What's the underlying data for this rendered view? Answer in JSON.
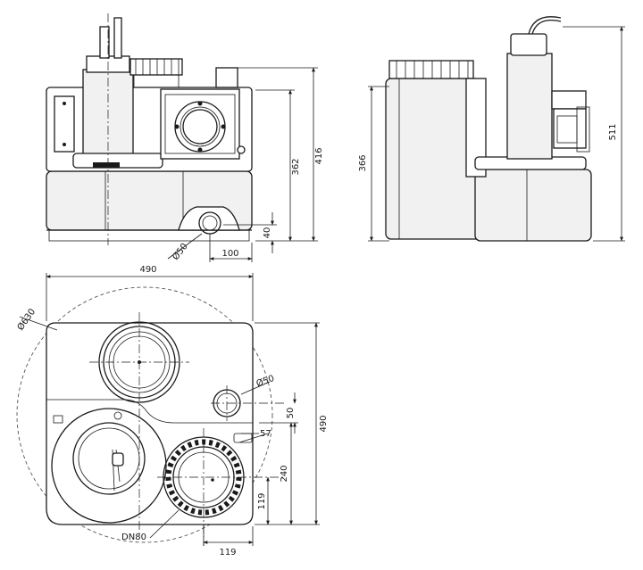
{
  "front_view": {
    "dim_height_outlet": "362",
    "dim_height_total": "416",
    "dim_height_inlet": "40",
    "dim_inlet_diameter": "Ø50",
    "dim_inlet_offset": "100"
  },
  "side_view": {
    "dim_height_tank": "366",
    "dim_height_total": "511"
  },
  "top_view": {
    "dim_width": "490",
    "dim_depth": "490",
    "dim_circle_diameter": "Ø630",
    "dim_port_diameter": "Ø50",
    "dim_50": "50",
    "dim_57": "57",
    "dim_240": "240",
    "dim_119_vertical": "119",
    "dim_119_horizontal": "119",
    "dim_dn80": "DN80"
  },
  "colors": {
    "line": "#1a1a1a",
    "background": "#ffffff"
  }
}
